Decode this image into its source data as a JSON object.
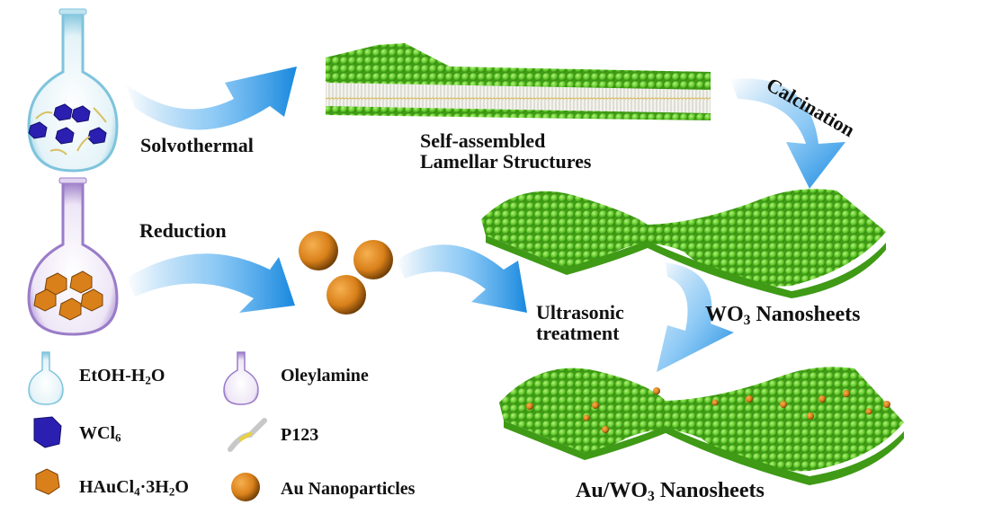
{
  "steps": {
    "solvothermal": "Solvothermal",
    "self_assembled_line1": "Self-assembled",
    "self_assembled_line2": "Lamellar Structures",
    "calcination": "Calcination",
    "reduction": "Reduction",
    "ultrasonic_line1": "Ultrasonic",
    "ultrasonic_line2": "treatment",
    "wo3_prefix": "WO",
    "wo3_sub": "3",
    "wo3_suffix": " Nanosheets",
    "auwo3_prefix": "Au/WO",
    "auwo3_sub": "3",
    "auwo3_suffix": " Nanosheets"
  },
  "legend": {
    "etoh_prefix": "EtOH-H",
    "etoh_sub": "2",
    "etoh_suffix": "O",
    "oleylamine": "Oleylamine",
    "wcl_prefix": "WCl",
    "wcl_sub": "6",
    "p123": "P123",
    "haucl_prefix": "HAuCl",
    "haucl_sub": "4",
    "haucl_mid": "·3H",
    "haucl_sub2": "2",
    "haucl_suffix": "O",
    "au_np": "Au Nanoparticles"
  },
  "colors": {
    "arrow_blue": "#1e90e0",
    "sheet_green": "#5cc825",
    "wcl6_blue": "#2a1fb0",
    "gold": "#d9801a",
    "flask_blue": "#7fc4dc",
    "flask_purple": "#9a7cc8"
  }
}
